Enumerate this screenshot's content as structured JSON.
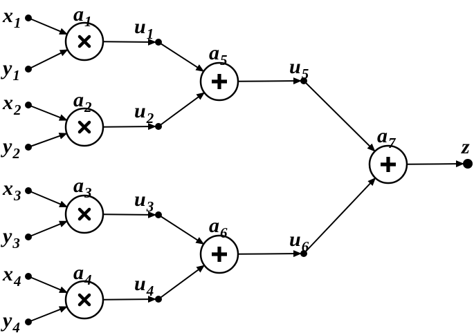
{
  "diagram": {
    "inputs": [
      {
        "id": "x1",
        "name": "x",
        "sub": "1"
      },
      {
        "id": "y1",
        "name": "y",
        "sub": "1"
      },
      {
        "id": "x2",
        "name": "x",
        "sub": "2"
      },
      {
        "id": "y2",
        "name": "y",
        "sub": "2"
      },
      {
        "id": "x3",
        "name": "x",
        "sub": "3"
      },
      {
        "id": "y3",
        "name": "y",
        "sub": "3"
      },
      {
        "id": "x4",
        "name": "x",
        "sub": "4"
      },
      {
        "id": "y4",
        "name": "y",
        "sub": "4"
      }
    ],
    "gates": [
      {
        "id": "a1",
        "name": "a",
        "sub": "1",
        "op": "times"
      },
      {
        "id": "a2",
        "name": "a",
        "sub": "2",
        "op": "times"
      },
      {
        "id": "a3",
        "name": "a",
        "sub": "3",
        "op": "times"
      },
      {
        "id": "a4",
        "name": "a",
        "sub": "4",
        "op": "times"
      },
      {
        "id": "a5",
        "name": "a",
        "sub": "5",
        "op": "plus"
      },
      {
        "id": "a6",
        "name": "a",
        "sub": "6",
        "op": "plus"
      },
      {
        "id": "a7",
        "name": "a",
        "sub": "7",
        "op": "plus"
      }
    ],
    "wires": [
      {
        "id": "u1",
        "name": "u",
        "sub": "1",
        "from": "a1",
        "to": "a5"
      },
      {
        "id": "u2",
        "name": "u",
        "sub": "2",
        "from": "a2",
        "to": "a5"
      },
      {
        "id": "u3",
        "name": "u",
        "sub": "3",
        "from": "a3",
        "to": "a6"
      },
      {
        "id": "u4",
        "name": "u",
        "sub": "4",
        "from": "a4",
        "to": "a6"
      },
      {
        "id": "u5",
        "name": "u",
        "sub": "5",
        "from": "a5",
        "to": "a7"
      },
      {
        "id": "u6",
        "name": "u",
        "sub": "6",
        "from": "a6",
        "to": "a7"
      }
    ],
    "output": {
      "id": "z",
      "name": "z",
      "sub": ""
    }
  }
}
